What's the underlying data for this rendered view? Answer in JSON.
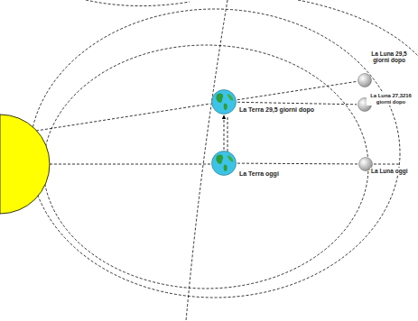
{
  "diagram": {
    "nodes": [
      {
        "text": [
          "La Terra oggi"
        ]
      },
      {
        "text": [
          "La Terra 29,5 giorni dopo"
        ]
      },
      {
        "text": [
          "La Luna oggi"
        ]
      },
      {
        "text": [
          "La Luna 27,3216 giorni dopo"
        ]
      },
      {
        "text": [
          "La Luna 29,5 giorni dopo"
        ]
      }
    ],
    "edges": [
      {
        "from": 0,
        "to": 1,
        "arrow": "to"
      },
      {
        "from": 0,
        "to": 2,
        "arrow": "none"
      },
      {
        "from": 1,
        "to": 3,
        "arrow": "none"
      },
      {
        "from": 1,
        "to": 4,
        "arrow": "none"
      }
    ]
  }
}
